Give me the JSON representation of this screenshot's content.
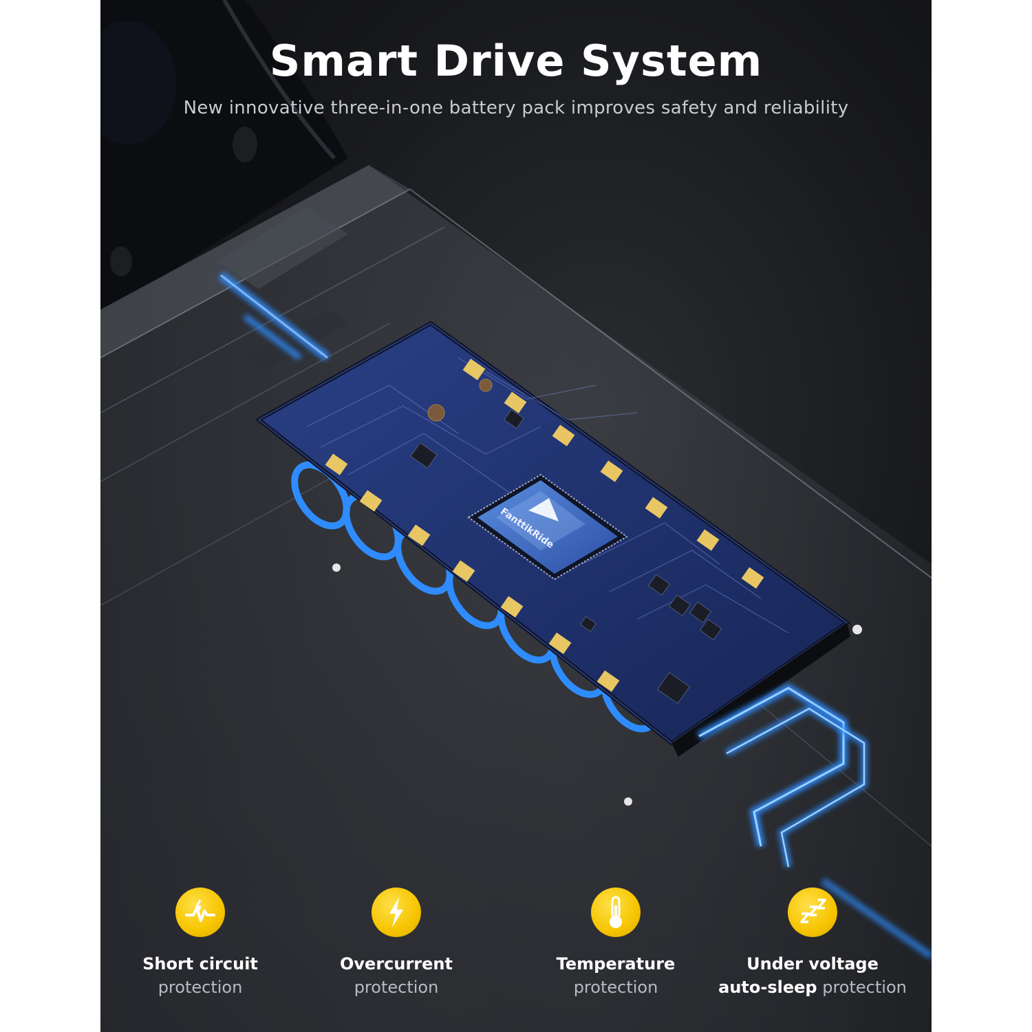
{
  "header": {
    "title": "Smart Drive System",
    "subtitle": "New innovative three-in-one battery pack improves safety and reliability"
  },
  "chip": {
    "brand": "FanttikRide"
  },
  "features": [
    {
      "icon": "short-circuit-icon",
      "title": "Short circuit",
      "subtitle": "protection"
    },
    {
      "icon": "lightning-icon",
      "title": "Overcurrent",
      "subtitle": "protection"
    },
    {
      "icon": "thermometer-icon",
      "title": "Temperature",
      "subtitle": "protection"
    },
    {
      "icon": "sleep-zzz-icon",
      "title": "Under voltage",
      "subtitle_bold": "auto-sleep",
      "subtitle": "protection"
    }
  ],
  "colors": {
    "background": "#16171a",
    "badge": "#f6c400",
    "accent_blue": "#2f8cff",
    "board": "#1f2f6b"
  }
}
